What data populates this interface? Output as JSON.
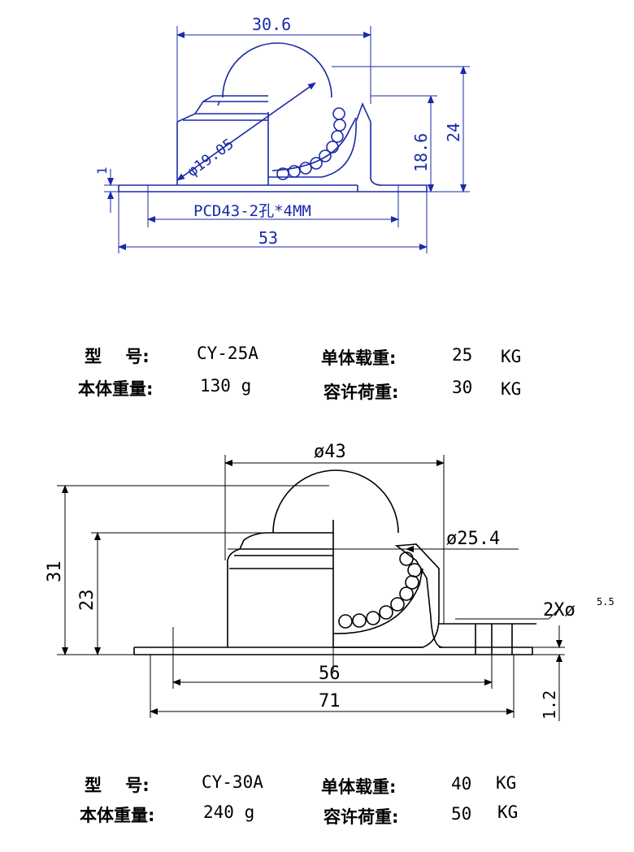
{
  "colors": {
    "blue_drawing": "#1a2aa8",
    "black_drawing": "#000000"
  },
  "drawing_top": {
    "dim_width": "30.6",
    "dim_height_total": "24",
    "dim_height_body": "18.6",
    "dim_thickness": "1",
    "dim_ball": "φ19.05",
    "dim_pcd": "PCD43-2孔*4MM",
    "dim_base": "53"
  },
  "spec_top": {
    "model_label": "型    号:",
    "model_value": "CY-25A",
    "weight_label": "本体重量:",
    "weight_value": "130 g",
    "load_label": "单体载重:",
    "load_value": "25",
    "load_unit": "KG",
    "allow_label": "容许荷重:",
    "allow_value": "30",
    "allow_unit": "KG"
  },
  "drawing_bottom": {
    "dim_flange": "ø43",
    "dim_ball": "ø25.4",
    "dim_height_total": "31",
    "dim_height_body": "23",
    "dim_holes": "2Xø",
    "dim_holes_size": "5.5",
    "dim_pcd": "56",
    "dim_base": "71",
    "dim_thickness": "1.2"
  },
  "spec_bottom": {
    "model_label": "型    号:",
    "model_value": "CY-30A",
    "weight_label": "本体重量:",
    "weight_value": "240 g",
    "load_label": "单体载重:",
    "load_value": "40",
    "load_unit": "KG",
    "allow_label": "容许荷重:",
    "allow_value": "50",
    "allow_unit": "KG"
  }
}
